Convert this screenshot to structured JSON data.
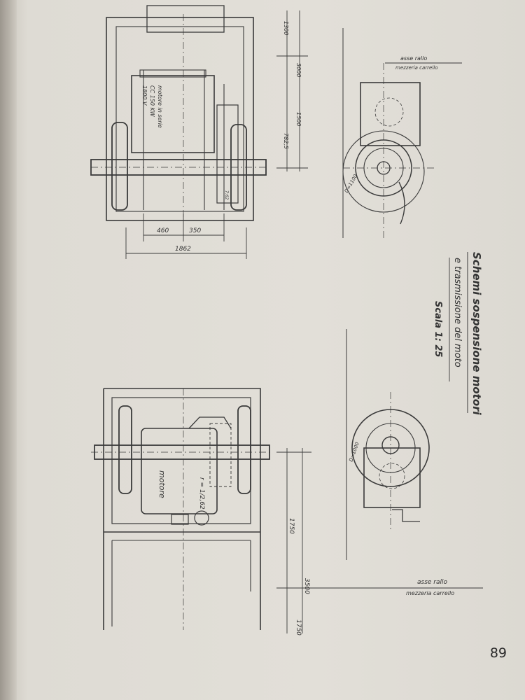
{
  "page_number": "89",
  "title": {
    "line1": "Schemi sospensione motori",
    "line2": "e trasmissione del moto",
    "scale": "Scala 1: 25"
  },
  "top_drawing": {
    "motor_label": [
      "motore in serie",
      "CC 150 KW",
      "1800 V"
    ],
    "dims_horizontal": [
      "460",
      "350",
      "1862"
    ],
    "dims_vertical": [
      "1300",
      "3000",
      "1500",
      "782,5"
    ],
    "wheel_diameter": "D=1100",
    "ratio": "7:62",
    "axis_label": "asse rallo",
    "axis_sublabel": "mezzeria carrello"
  },
  "bottom_drawing": {
    "motor_label": "motore",
    "ratio": "r = 1/2,62",
    "dims_vertical": [
      "1750",
      "3500",
      "1750"
    ],
    "wheel_diameter": "D=1000",
    "axis_label": "asse rallo",
    "axis_sublabel": "mezzeria carrello"
  }
}
